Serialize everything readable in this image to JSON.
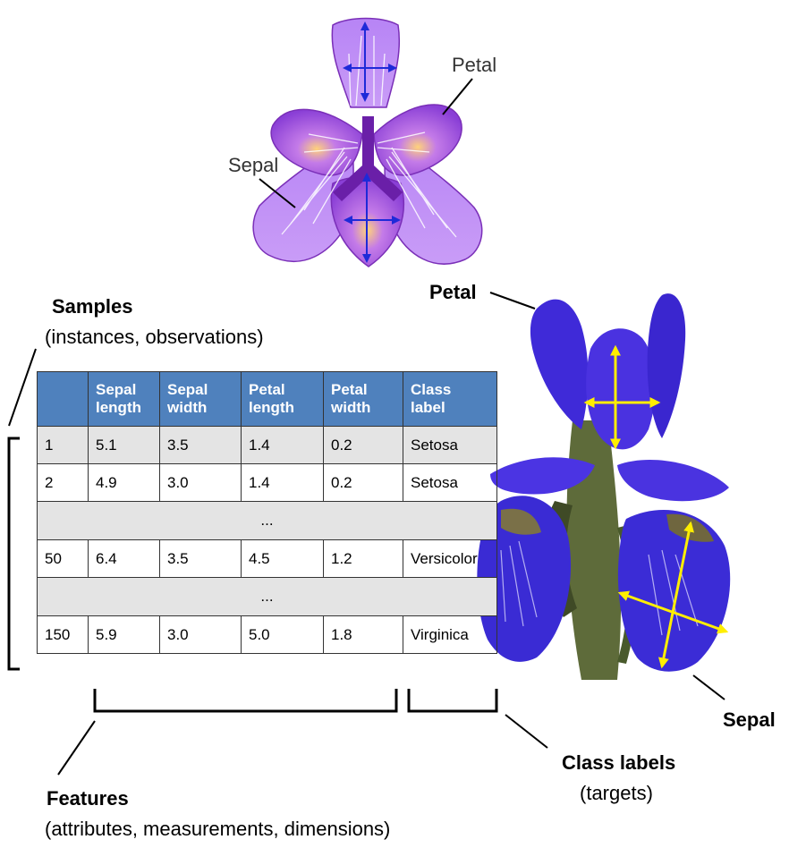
{
  "diagram": {
    "labels": {
      "petal_top": "Petal",
      "sepal_top": "Sepal",
      "petal_photo": "Petal",
      "sepal_photo": "Sepal"
    },
    "samples": {
      "title": "Samples",
      "subtitle": "(instances, observations)"
    },
    "features": {
      "title": "Features",
      "subtitle": "(attributes, measurements, dimensions)"
    },
    "class_labels": {
      "title": "Class labels",
      "subtitle": "(targets)"
    },
    "colors": {
      "header": "#4f81bd",
      "shade": "#e4e4e4",
      "flower_light": "#b784f5",
      "flower_dark": "#6a1fa8",
      "iris_blue": "#3f2ad8",
      "arrow_blue": "#1e2ad8",
      "arrow_yellow": "#ffee00"
    }
  },
  "table": {
    "headers": [
      "",
      "Sepal\nlength",
      "Sepal\nwidth",
      "Petal\nlength",
      "Petal\nwidth",
      "Class\nlabel"
    ],
    "rows": [
      [
        "1",
        "5.1",
        "3.5",
        "1.4",
        "0.2",
        "Setosa"
      ],
      [
        "2",
        "4.9",
        "3.0",
        "1.4",
        "0.2",
        "Setosa"
      ],
      [
        "50",
        "6.4",
        "3.5",
        "4.5",
        "1.2",
        "Versicolor"
      ],
      [
        "150",
        "5.9",
        "3.0",
        "5.0",
        "1.8",
        "Virginica"
      ]
    ],
    "ellipsis": "..."
  }
}
